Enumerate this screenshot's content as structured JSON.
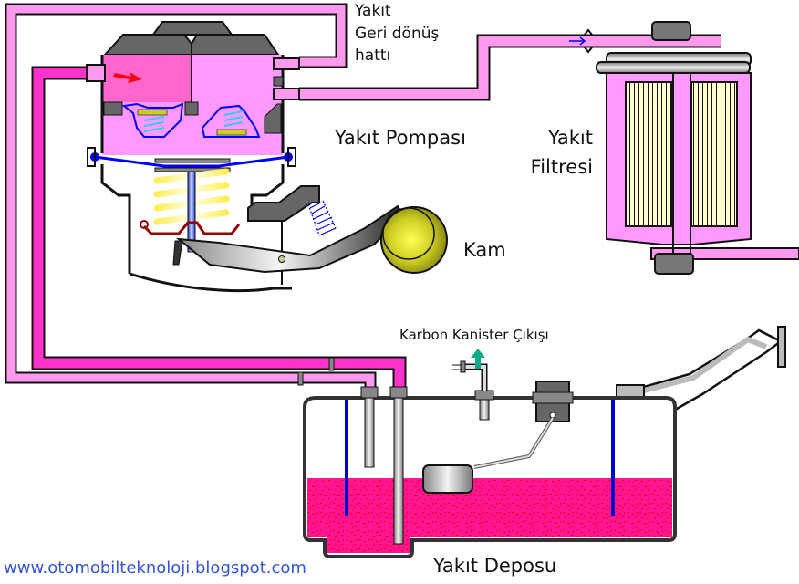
{
  "diagram": {
    "title": "Yakıt Sistemi",
    "labels": {
      "return_line": [
        "Yakıt",
        "Geri dönüş",
        "hattı"
      ],
      "fuel_pump": "Yakıt Pompası",
      "fuel_filter": [
        "Yakıt",
        "Filtresi"
      ],
      "cam": "Kam",
      "carbon_canister_outlet": "Karbon Kanister Çıkışı",
      "fuel_tank": "Yakıt Deposu"
    },
    "watermark": "www.otomobilteknoloji.blogspot.com",
    "colors": {
      "supply_line": "#ff33cc",
      "return_line": "#ff99ee",
      "pump_inlet_chamber": "#ff66cc",
      "pump_body": "#ff99ff",
      "fuel": "#ff1493",
      "fuel_speckle": "#ff0000",
      "diaphragm": "#0000ff",
      "spring": "#ffff44",
      "cam": "#cccc22",
      "filter_element": "#ffffcc",
      "dark_gray": "#666666",
      "watermark": "#3355dd",
      "canister_arrow": "#11aa88"
    },
    "fuel_level_fraction": 0.52
  }
}
